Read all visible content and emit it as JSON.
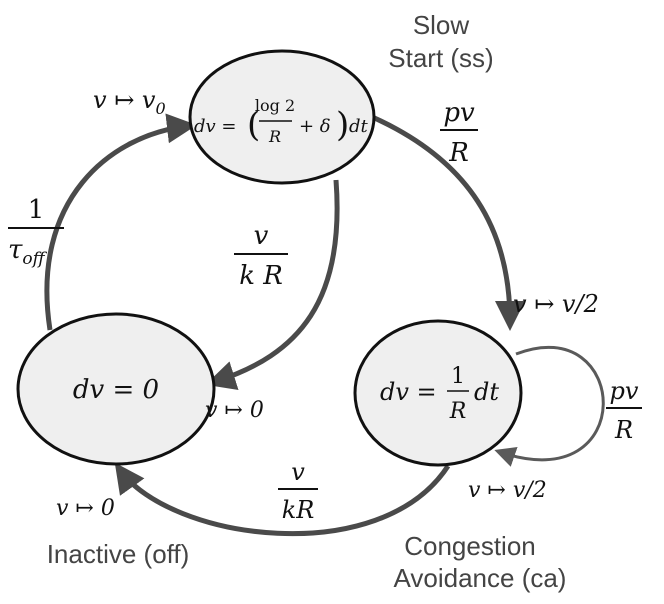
{
  "states": {
    "ss": {
      "title_1": "Slow",
      "title_2": "Start (ss)",
      "eq_lhs": "dv =",
      "eq_num": "log 2",
      "eq_den": "R",
      "eq_tail": "+ δ",
      "eq_end": "dt"
    },
    "ca": {
      "title_1": "Congestion",
      "title_2": "Avoidance (ca)",
      "eq_lhs": "dv =",
      "eq_num": "1",
      "eq_den": "R",
      "eq_end": "dt"
    },
    "off": {
      "title": "Inactive (off)",
      "eq": "dv = 0"
    }
  },
  "transitions": {
    "ss_to_ca": {
      "rate_num": "pv",
      "rate_den": "R",
      "reset": "v ↦ v/2"
    },
    "ss_to_off": {
      "rate_num": "v",
      "rate_den": "k R",
      "reset": "v ↦ 0"
    },
    "ca_to_off": {
      "rate_num": "v",
      "rate_den": "kR",
      "reset": "v ↦ 0"
    },
    "ca_self": {
      "rate_num": "pv",
      "rate_den": "R",
      "reset": "v ↦ v/2"
    },
    "off_to_ss": {
      "rate_num": "1",
      "rate_den_base": "τ",
      "rate_den_sub": "off",
      "reset_base": "v ↦ v",
      "reset_sub": "0"
    }
  },
  "colors": {
    "node_fill": "#efefef",
    "edge": "#4a4a4a",
    "title": "#444444"
  }
}
